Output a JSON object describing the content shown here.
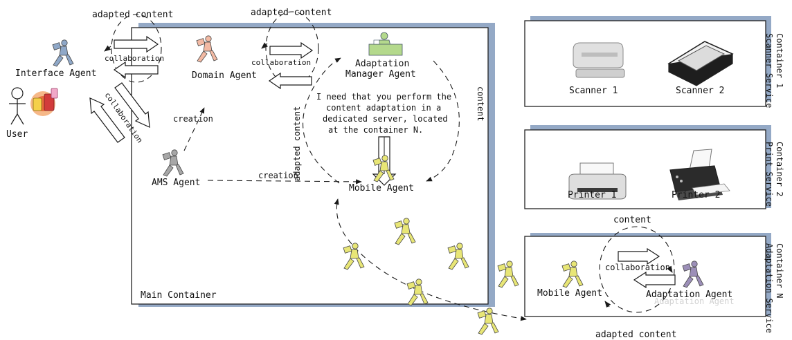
{
  "colors": {
    "container_shadow": "#94a9c6",
    "mobile_agent": "#e8e676",
    "domain_agent": "#f2b9a3",
    "interface_agent": "#8fa8c8",
    "ams_agent": "#a7a7a7",
    "adaptation_agent": "#9c8fb8",
    "manager_desk": "#b4d98c"
  },
  "icons": {
    "agent": "running-person-carrying-box-icon",
    "user": "stick-figure-user-icon",
    "devices": "mobile-devices-icon",
    "scanner": "scanner-icon",
    "printer": "printer-icon",
    "manager": "person-at-desk-icon"
  },
  "main": {
    "container_label": "Main Container",
    "interface_agent": "Interface Agent",
    "user": "User",
    "domain_agent": "Domain Agent",
    "ams_agent": "AMS Agent",
    "mobile_agent": "Mobile Agent",
    "manager_line1": "Adaptation",
    "manager_line2": "Manager Agent",
    "speech_lines": [
      "I need that you perform the",
      "content adaptation in a",
      "dedicated server, located",
      "at the container N."
    ],
    "adapted_content_left": "adapted content",
    "adapted_content_mid": "adapted content",
    "adapted_content_vertical": "adapted content",
    "content_vertical": "content",
    "collaboration_top_left": "collaboration",
    "collaboration_top_mid": "collaboration",
    "collaboration_diag": "collaboration",
    "creation_up": "creation",
    "creation_right": "creation"
  },
  "container1": {
    "label_line1": "Container 1",
    "label_line2": "Scanner Service",
    "device1": "Scanner 1",
    "device2": "Scanner 2"
  },
  "container2": {
    "label_line1": "Container 2",
    "label_line2": "Print Service",
    "device1": "Printer 1",
    "device2": "Printer 2"
  },
  "containerN": {
    "label_line1": "Container N",
    "label_line2": "Adaptation Service",
    "mobile_agent": "Mobile Agent",
    "adaptation_agent": "Adaptation Agent",
    "adaptation_agent_ghost": "Adaptation Agent",
    "content": "content",
    "adapted_content": "adapted content",
    "collaboration": "collaboration"
  }
}
